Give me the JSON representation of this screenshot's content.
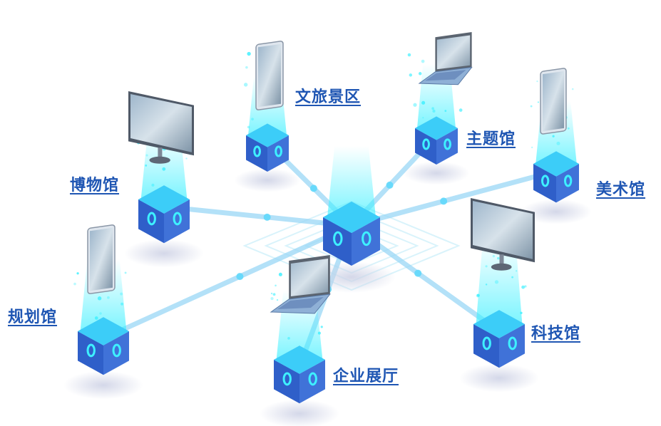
{
  "colors": {
    "cube_top": "#3aa2f0",
    "cube_left": "#2f5fc9",
    "cube_right": "#4072d8",
    "glow": "#3ef0ff",
    "beam": "#9ad8f6",
    "label": "#1f56b3"
  },
  "hub": {
    "icon": "server-cube-icon"
  },
  "nodes": [
    {
      "id": "wenlv",
      "label": "文旅景区",
      "device": "tablet-icon"
    },
    {
      "id": "zhuti",
      "label": "主题馆",
      "device": "laptop-icon"
    },
    {
      "id": "meishu",
      "label": "美术馆",
      "device": "tablet-icon"
    },
    {
      "id": "bowu",
      "label": "博物馆",
      "device": "monitor-icon"
    },
    {
      "id": "keji",
      "label": "科技馆",
      "device": "monitor-icon"
    },
    {
      "id": "guihua",
      "label": "规划馆",
      "device": "tablet-icon"
    },
    {
      "id": "qiye",
      "label": "企业展厅",
      "device": "laptop-icon"
    }
  ]
}
